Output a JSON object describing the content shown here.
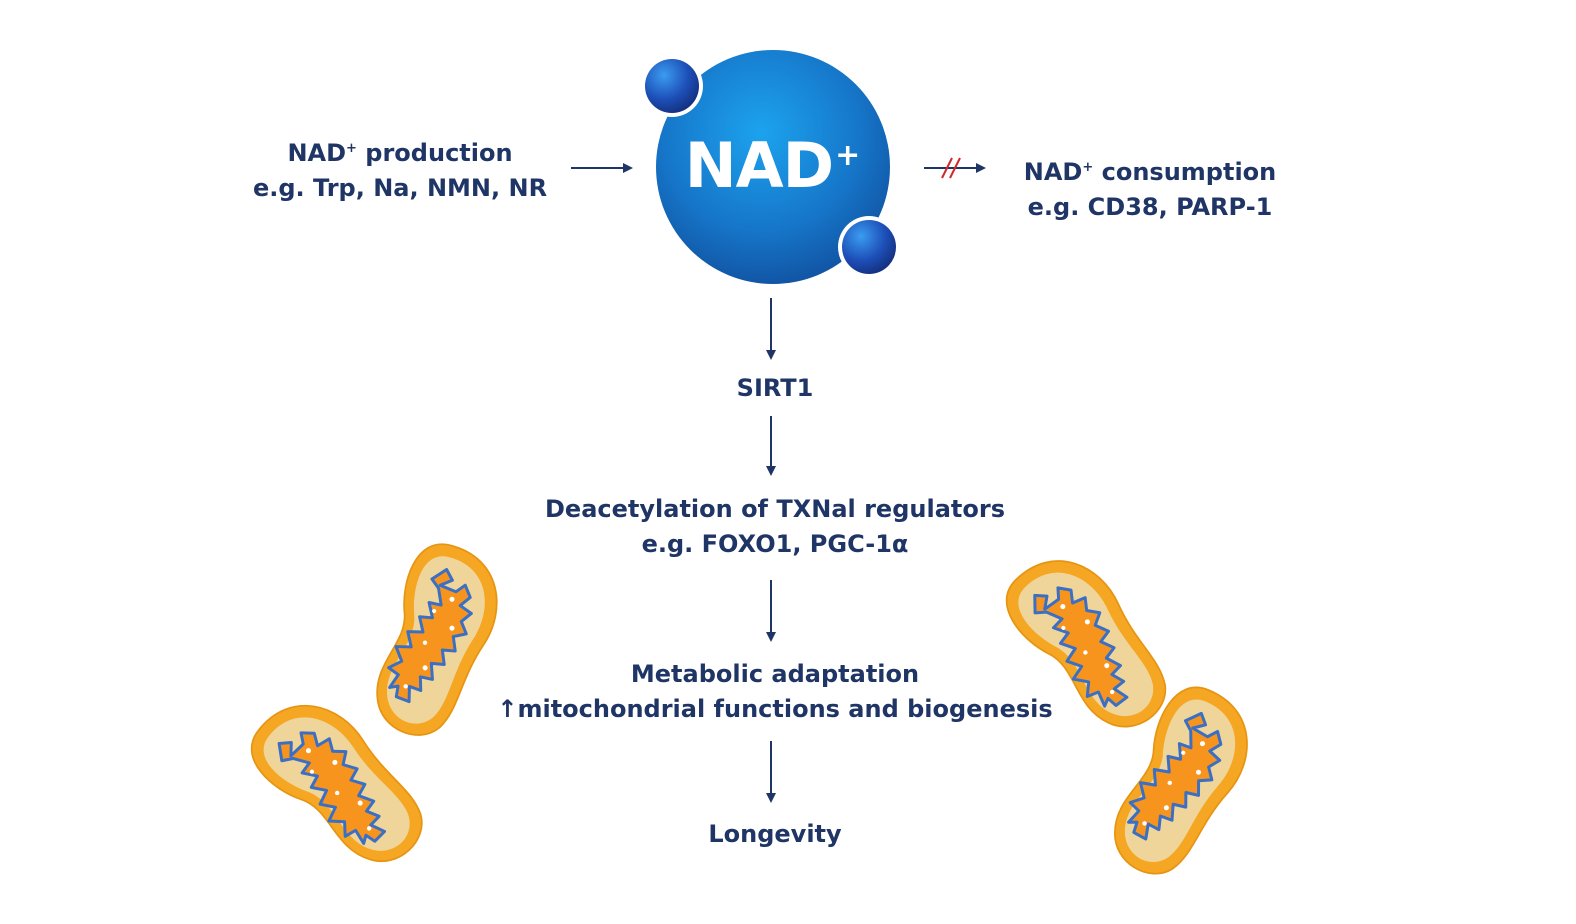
{
  "center": {
    "label": "NAD",
    "superscript": "+"
  },
  "production": {
    "line1_prefix": "NAD",
    "line1_sup": "+",
    "line1_suffix": " production",
    "line2": "e.g. Trp, Na, NMN, NR"
  },
  "consumption": {
    "line1_prefix": "NAD",
    "line1_sup": "+",
    "line1_suffix": " consumption",
    "line2": "e.g. CD38, PARP-1"
  },
  "steps": {
    "sirt1": "SIRT1",
    "deacetylation_line1": "Deacetylation of TXNal regulators",
    "deacetylation_line2": "e.g. FOXO1, PGC-1α",
    "metabolic_line1": "Metabolic adaptation",
    "metabolic_line2": "↑mitochondrial functions and biogenesis",
    "longevity": "Longevity"
  },
  "colors": {
    "text": "#1f3566",
    "sphere": "#1a7fd4",
    "inhibit": "#d22a2a",
    "mito_outer": "#f5a623",
    "mito_inner": "#f0d59a",
    "mito_crista": "#3a6fc4"
  },
  "icons": [
    "nad-molecule-icon",
    "mitochondrion-icon"
  ]
}
